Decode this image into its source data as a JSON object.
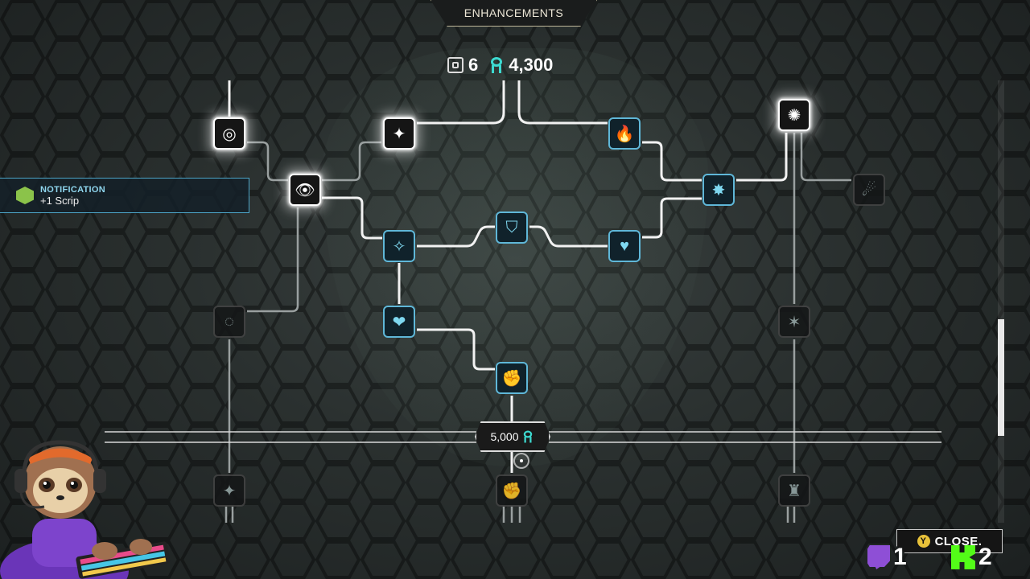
{
  "header": {
    "title": "ENHANCEMENTS"
  },
  "currencies": {
    "chips": "6",
    "scrip": "4,300"
  },
  "notification": {
    "title": "NOTIFICATION",
    "text": "+1 Scrip"
  },
  "tier_gate": {
    "cost": "5,000"
  },
  "controls": {
    "close_label": "CLOSE.",
    "close_key": "Y"
  },
  "social": {
    "twitch_count": "1",
    "kick_count": "2"
  },
  "nodes": [
    {
      "id": "target",
      "icon": "target-icon",
      "state": "glow",
      "glyph": "◎"
    },
    {
      "id": "eye",
      "icon": "eye-skull-icon",
      "state": "glow",
      "glyph": "👁"
    },
    {
      "id": "wrench",
      "icon": "wrench-icon",
      "state": "glow",
      "glyph": "✦"
    },
    {
      "id": "fire",
      "icon": "fire-icon",
      "state": "active",
      "glyph": "🔥"
    },
    {
      "id": "explosion",
      "icon": "explosion-icon",
      "state": "glow",
      "glyph": "✺"
    },
    {
      "id": "grenade-blast",
      "icon": "grenade-blast-icon",
      "state": "active",
      "glyph": "✸"
    },
    {
      "id": "grenade-man",
      "icon": "grenade-thrower-icon",
      "state": "dim",
      "glyph": "☄"
    },
    {
      "id": "star-hand",
      "icon": "star-hand-icon",
      "state": "active",
      "glyph": "✧"
    },
    {
      "id": "shield",
      "icon": "shield-icon",
      "state": "active",
      "glyph": "⛉"
    },
    {
      "id": "heart-hands",
      "icon": "heart-hands-icon",
      "state": "active",
      "glyph": "♥"
    },
    {
      "id": "heart-wing",
      "icon": "heart-wing-icon",
      "state": "active",
      "glyph": "❤"
    },
    {
      "id": "fist-fire",
      "icon": "fist-fire-icon",
      "state": "active",
      "glyph": "✊"
    },
    {
      "id": "spiral",
      "icon": "spiral-icon",
      "state": "dim",
      "glyph": "◌"
    },
    {
      "id": "burst-figure",
      "icon": "burst-figure-icon",
      "state": "dim",
      "glyph": "✶"
    },
    {
      "id": "star-hand-2",
      "icon": "star-hand-icon",
      "state": "dim",
      "glyph": "✦"
    },
    {
      "id": "punch",
      "icon": "punch-icon",
      "state": "dim",
      "glyph": "✊"
    },
    {
      "id": "soldier",
      "icon": "soldier-icon",
      "state": "dim",
      "glyph": "♜"
    }
  ],
  "colors": {
    "accent": "#5fb7d8",
    "scrip": "#3dd9d0",
    "panel": "#141617"
  }
}
